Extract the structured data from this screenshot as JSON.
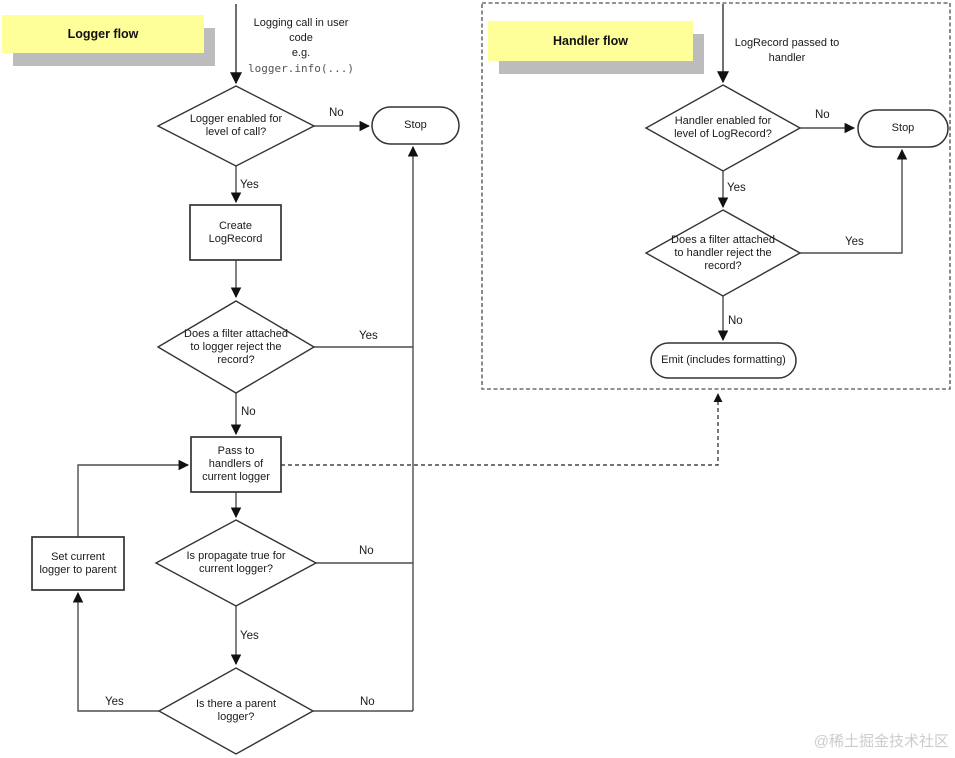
{
  "colors": {
    "label_bg": "#ffff99",
    "label_shadow": "#bcbcbc",
    "line": "#4d4d4d",
    "shape_border": "#333333",
    "dashed_box": "#6e6e6e",
    "watermark": "#cccccc"
  },
  "logger_flow": {
    "label": "Logger flow",
    "entry_text": "Logging call in user\ncode\ne.g.",
    "entry_code": "logger.info(...)",
    "nodes": {
      "level_check": "Logger enabled for\nlevel of call?",
      "stop": "Stop",
      "create_record": "Create\nLogRecord",
      "filter_check": "Does a filter attached\nto logger reject the\nrecord?",
      "pass_handlers": "Pass to\nhandlers of\ncurrent logger",
      "propagate_check": "Is propagate true for\ncurrent logger?",
      "parent_check": "Is there a parent\nlogger?",
      "set_parent": "Set current\nlogger to parent"
    },
    "edges": {
      "level_no": "No",
      "level_yes": "Yes",
      "filter_yes": "Yes",
      "filter_no": "No",
      "propagate_no": "No",
      "propagate_yes": "Yes",
      "parent_yes": "Yes",
      "parent_no": "No"
    }
  },
  "handler_flow": {
    "label": "Handler flow",
    "entry_text": "LogRecord passed to\nhandler",
    "nodes": {
      "level_check": "Handler enabled for\nlevel of LogRecord?",
      "stop": "Stop",
      "filter_check": "Does a filter attached\nto handler reject the\nrecord?",
      "emit": "Emit (includes formatting)"
    },
    "edges": {
      "level_no": "No",
      "level_yes": "Yes",
      "filter_yes": "Yes",
      "filter_no": "No"
    }
  },
  "watermark": "@稀土掘金技术社区"
}
